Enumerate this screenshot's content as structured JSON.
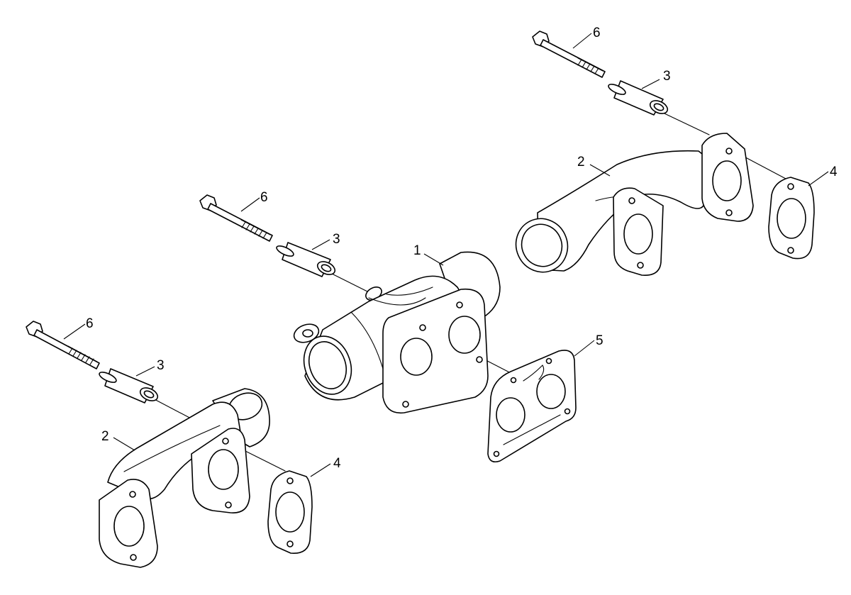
{
  "callouts": {
    "c1": "1",
    "c2a": "2",
    "c2b": "2",
    "c3a": "3",
    "c3b": "3",
    "c3c": "3",
    "c4a": "4",
    "c4b": "4",
    "c5": "5",
    "c6a": "6",
    "c6b": "6",
    "c6c": "6"
  },
  "colors": {
    "line": "#000000",
    "background": "#ffffff"
  }
}
